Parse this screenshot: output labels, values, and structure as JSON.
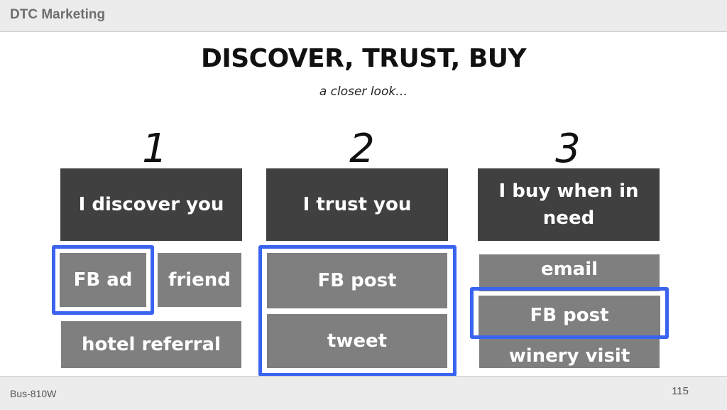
{
  "header": {
    "title": "DTC Marketing"
  },
  "slide": {
    "title": "DISCOVER, TRUST, BUY",
    "subtitle": "a closer look…"
  },
  "columns": [
    {
      "number": "1",
      "heading": "I discover you",
      "items": [
        "FB ad",
        "friend",
        "hotel referral"
      ],
      "highlighted": [
        "FB ad"
      ]
    },
    {
      "number": "2",
      "heading": "I trust you",
      "items": [
        "FB post",
        "tweet"
      ],
      "highlighted": [
        "FB post",
        "tweet"
      ]
    },
    {
      "number": "3",
      "heading": "I buy when in need",
      "items": [
        "email",
        "FB post",
        "winery visit"
      ],
      "highlighted": [
        "FB post"
      ]
    }
  ],
  "colors": {
    "heading_box": "#404040",
    "item_box": "#7f7f7f",
    "highlight": "#3a64f0"
  },
  "footer": {
    "course": "Bus-810W",
    "page_number": "115"
  }
}
